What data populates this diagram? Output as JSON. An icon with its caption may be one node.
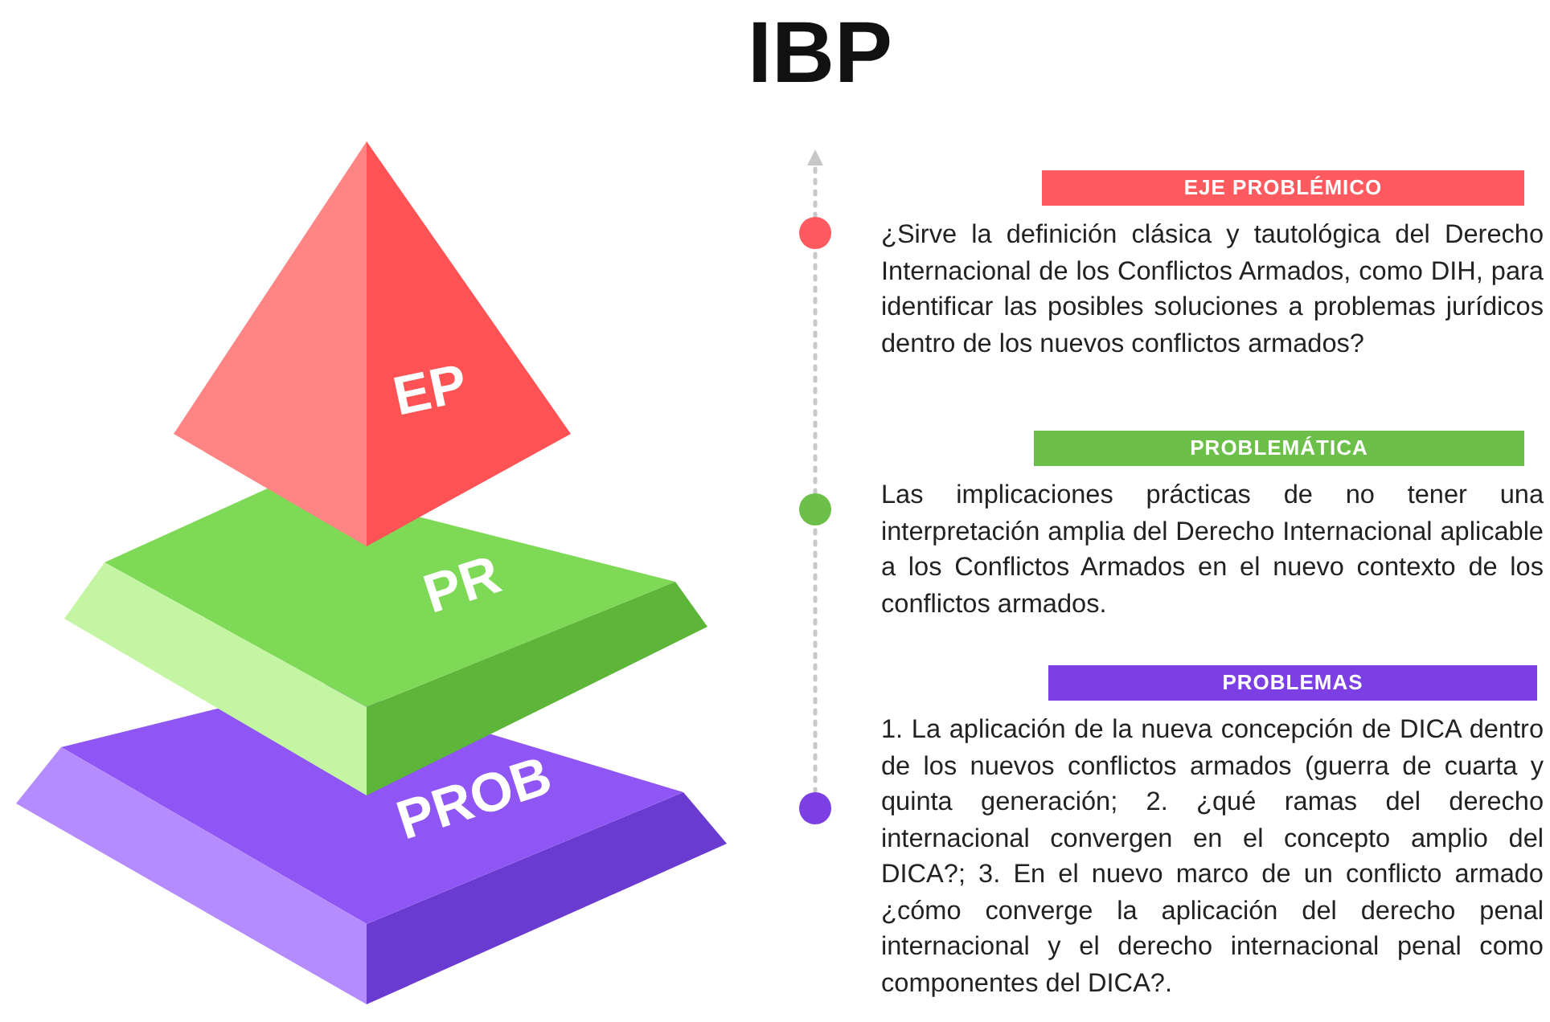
{
  "diagram": {
    "title": "IBP",
    "nodes": [
      {
        "text": [
          "EP"
        ]
      },
      {
        "text": [
          "PR"
        ]
      },
      {
        "text": [
          "PROB"
        ]
      },
      {
        "text": [],
        "shape": "circle"
      },
      {
        "text": [
          "EJE PROBLÉMICO"
        ],
        "beside": [
          "¿Sirve la definición clásica y tautológica del Derecho Internacional de los Conflictos Armados, como DIH, para identificar las posibles soluciones a problemas jurídicos dentro de los nuevos conflictos armados?"
        ]
      },
      {
        "text": [],
        "shape": "circle"
      },
      {
        "text": [
          "PROBLEMÁTICA"
        ],
        "beside": [
          "Las implicaciones prácticas de no tener una interpretación amplia del Derecho Internacional aplicable a los Conflictos Armados en el nuevo contexto de los conflictos armados."
        ]
      },
      {
        "text": [],
        "shape": "circle"
      },
      {
        "text": [
          "PROBLEMAS"
        ],
        "beside": [
          "1. La aplicación de la nueva concepción de DICA dentro de los nuevos conflictos armados (guerra de cuarta y quinta generación; 2. ¿qué ramas del derecho internacional convergen en el concepto amplio del DICA?; 3. En el nuevo marco de un conflicto armado ¿cómo converge la aplicación del derecho penal internacional y el derecho internacional penal como componentes del DICA?."
        ]
      }
    ],
    "edges": [
      {
        "from": 7,
        "to": 5,
        "arrow": "none",
        "style": "dashed"
      },
      {
        "from": 5,
        "to": 3,
        "arrow": "none",
        "style": "dashed"
      },
      {
        "from": 3,
        "to": null,
        "arrow": "to",
        "style": "dashed"
      }
    ]
  }
}
